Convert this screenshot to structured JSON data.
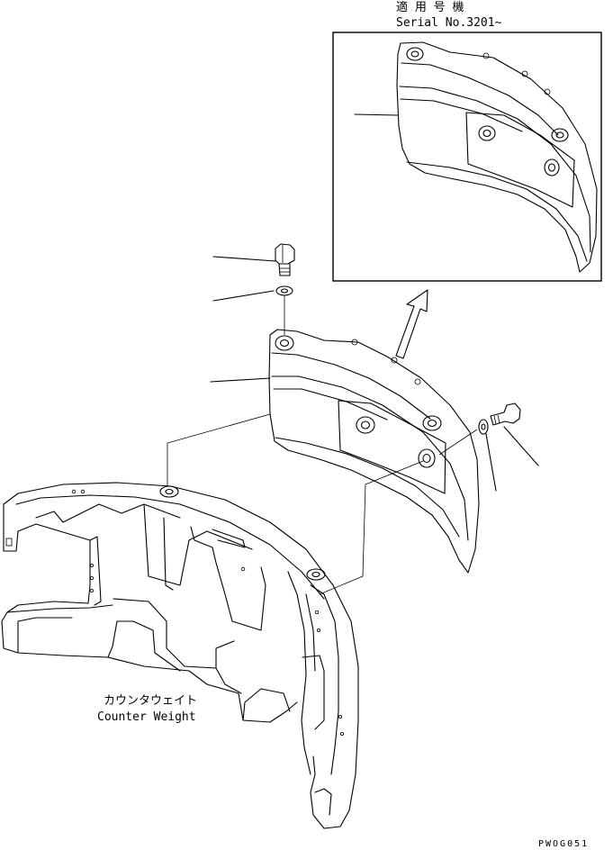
{
  "inset": {
    "title_jp": "適 用 号 機",
    "serial": "Serial No.3201~"
  },
  "counterweight": {
    "label_jp": "カウンタウェイト",
    "label_en": "Counter Weight"
  },
  "drawing_code": "PWOG051"
}
